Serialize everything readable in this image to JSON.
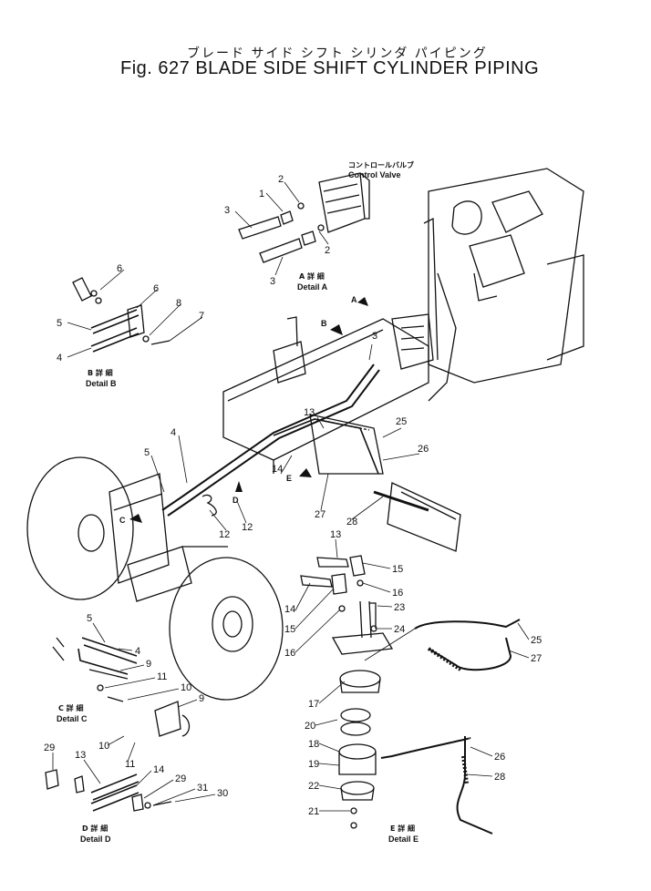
{
  "figure": {
    "title_jp": "ブレード サイド シフト シリンダ パイピング",
    "title_en": "Fig. 627 BLADE SIDE SHIFT CYLINDER PIPING"
  },
  "labels": {
    "control_valve_jp": "コントロールバルブ",
    "control_valve_en": "Control Valve",
    "detail_a_jp": "A 詳 細",
    "detail_a_en": "Detail A",
    "detail_b_jp": "B 詳 細",
    "detail_b_en": "Detail B",
    "detail_c_jp": "C 詳 細",
    "detail_c_en": "Detail C",
    "detail_d_jp": "D 詳 細",
    "detail_d_en": "Detail D",
    "detail_e_jp": "E 詳 細",
    "detail_e_en": "Detail E",
    "arrow_a": "A",
    "arrow_b": "B",
    "arrow_c": "C",
    "arrow_d": "D",
    "arrow_e": "E"
  },
  "callouts": {
    "a1": "1",
    "a2": "2",
    "a3": "3",
    "a4": "2",
    "a5": "3",
    "b1": "6",
    "b2": "5",
    "b3": "4",
    "b4": "6",
    "b5": "8",
    "b6": "7",
    "m1": "3",
    "m2": "13",
    "m3": "25",
    "m4": "26",
    "m5": "4",
    "m6": "5",
    "m7": "14",
    "m8": "12",
    "m9": "12",
    "m10": "27",
    "m11": "28",
    "c1": "5",
    "c2": "4",
    "c3": "9",
    "c4": "11",
    "c5": "10",
    "c6": "9",
    "c7": "10",
    "c8": "11",
    "d1": "29",
    "d2": "13",
    "d3": "14",
    "d4": "29",
    "d5": "31",
    "d6": "30",
    "e1": "13",
    "e2": "15",
    "e3": "16",
    "e4": "14",
    "e5": "15",
    "e6": "16",
    "e7": "23",
    "e8": "24",
    "e9": "25",
    "e10": "27",
    "e11": "17",
    "e12": "20",
    "e13": "18",
    "e14": "19",
    "e15": "22",
    "e16": "21",
    "e17": "26",
    "e18": "28"
  }
}
